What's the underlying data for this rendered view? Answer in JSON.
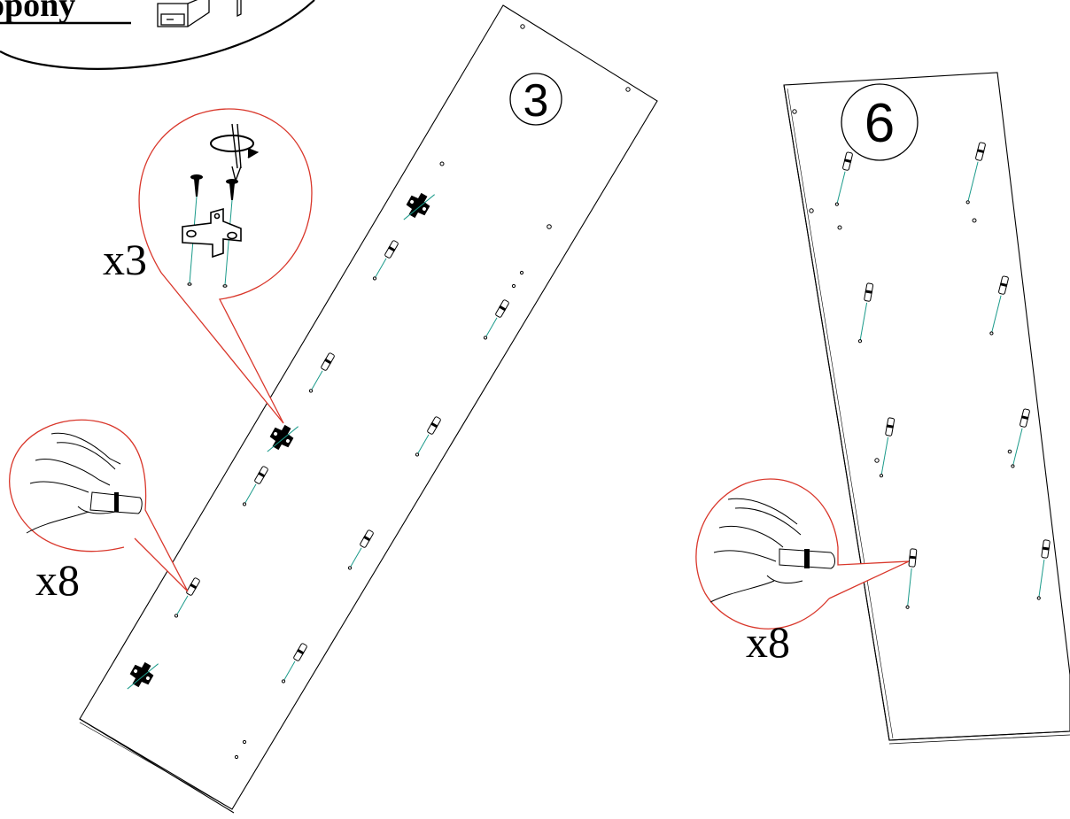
{
  "header": {
    "title_fragment": "ороny"
  },
  "panels": [
    {
      "id": "panel-3",
      "number": "3"
    },
    {
      "id": "panel-6",
      "number": "6"
    }
  ],
  "callouts": {
    "hinge_quantity": "x3",
    "dowel_quantity_left": "x8",
    "dowel_quantity_right": "x8"
  },
  "colors": {
    "line": "#000000",
    "callout_outline": "#d9372b",
    "dowel_guide": "#1a9a8a"
  },
  "icons": [
    "screwdriver-icon",
    "rotate-arrow-icon",
    "screw-icon",
    "hinge-plate-icon",
    "hand-icon",
    "dowel-icon",
    "cabinet-icon"
  ]
}
